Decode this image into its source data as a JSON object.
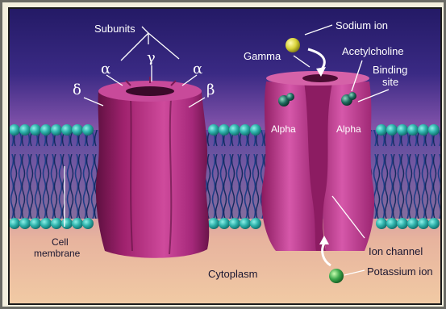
{
  "labels": {
    "subunits": "Subunits",
    "gamma_symbol": "γ",
    "alpha_symbol_left": "α",
    "alpha_symbol_right": "α",
    "delta_symbol": "δ",
    "beta_symbol": "β",
    "gamma": "Gamma",
    "sodium_ion": "Sodium ion",
    "acetylcholine": "Acetylcholine",
    "binding_site_line1": "Binding",
    "binding_site_line2": "site",
    "alpha_left": "Alpha",
    "alpha_right": "Alpha",
    "cell_membrane_line1": "Cell",
    "cell_membrane_line2": "membrane",
    "cytoplasm": "Cytoplasm",
    "ion_channel": "Ion channel",
    "potassium_ion": "Potassium ion"
  },
  "colors": {
    "sky_top": "#2c1d6e",
    "sky_mid": "#5a3c98",
    "cytoplasm": "#eec3a0",
    "lipid_head": "#2aa6a0",
    "lipid_tail": "#203a78",
    "protein": "#b02a7f",
    "protein_light": "#dc5ab0",
    "sodium": "#d8d23a",
    "potassium": "#3aa64a",
    "acetylcholine": "#1e6a5e"
  }
}
